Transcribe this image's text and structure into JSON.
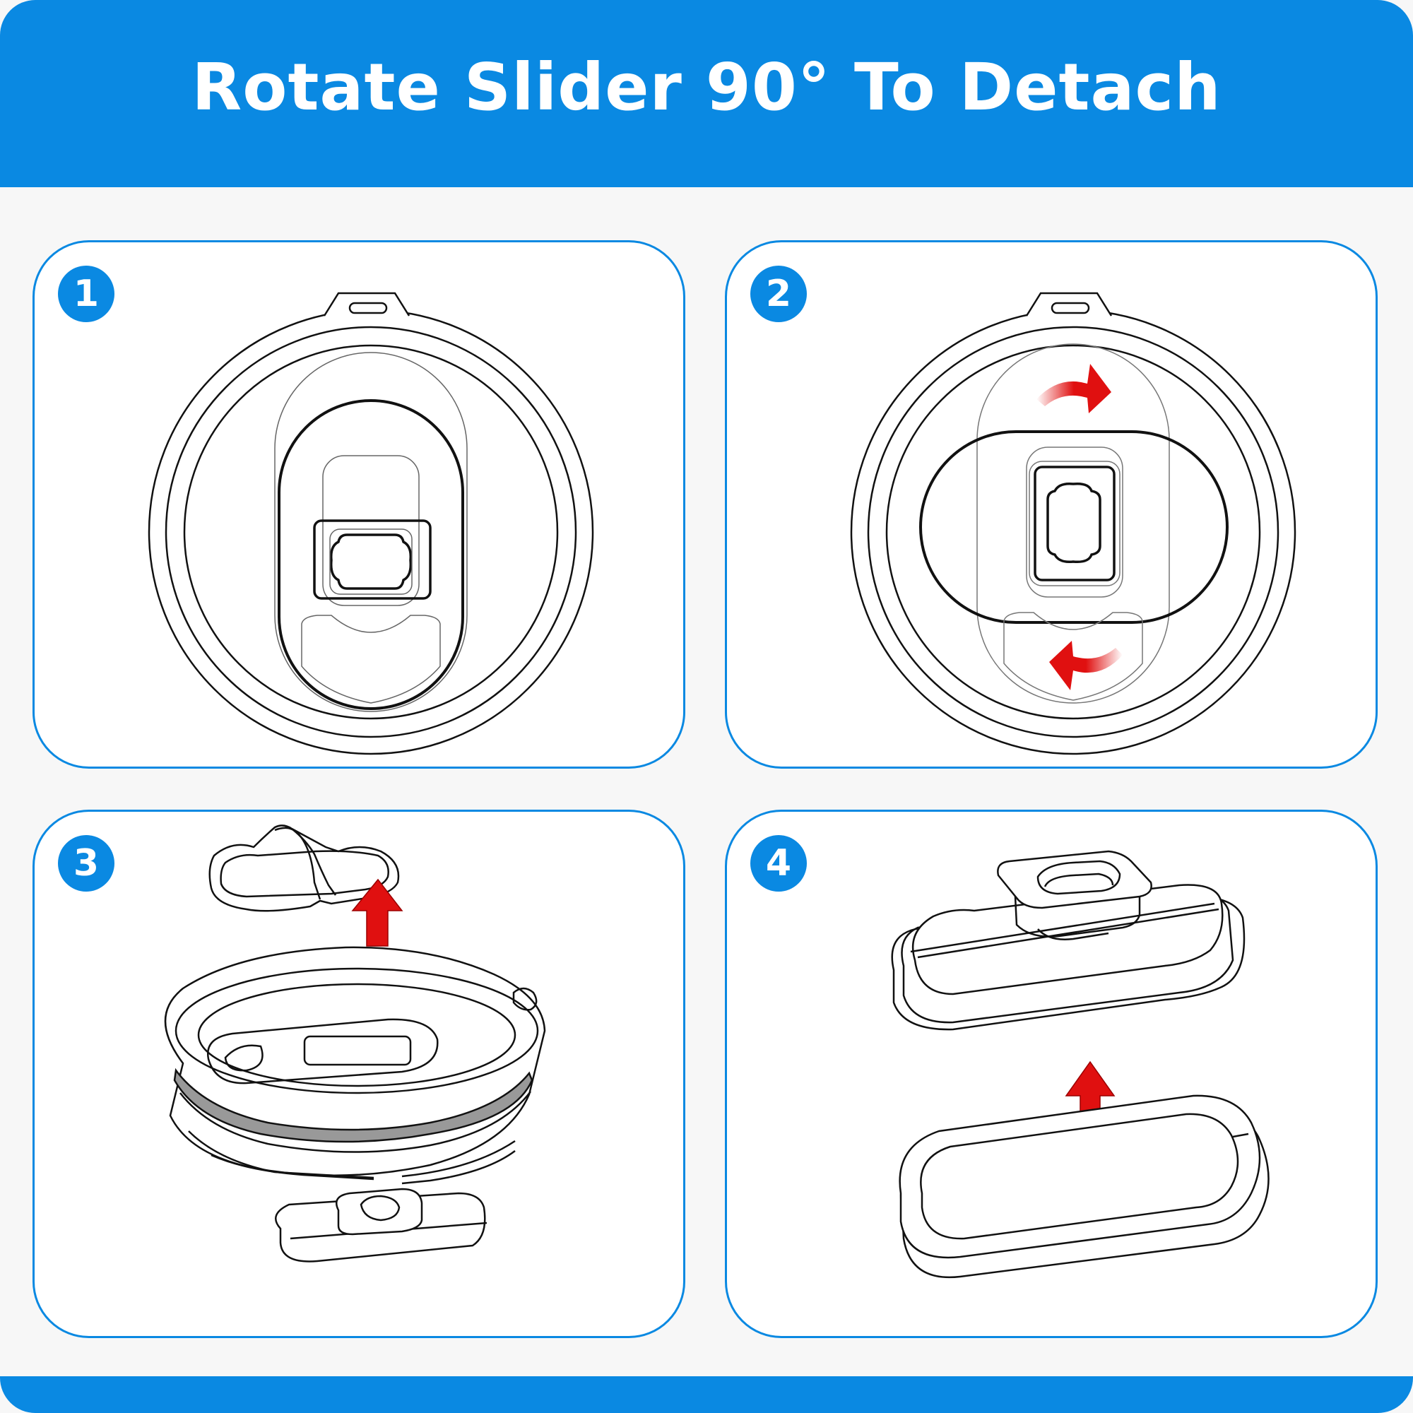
{
  "header": {
    "title": "Rotate Slider 90° To Detach"
  },
  "colors": {
    "brand_blue": "#0a89e2",
    "arrow_red": "#e01010",
    "line": "#111111",
    "background": "#f7f7f7"
  },
  "steps": [
    {
      "number": "1",
      "illustration": "lid-top-view-slider-vertical"
    },
    {
      "number": "2",
      "illustration": "lid-top-view-slider-rotated-with-arrows"
    },
    {
      "number": "3",
      "illustration": "slider-lifted-from-lid"
    },
    {
      "number": "4",
      "illustration": "gasket-removed-from-slider"
    }
  ]
}
